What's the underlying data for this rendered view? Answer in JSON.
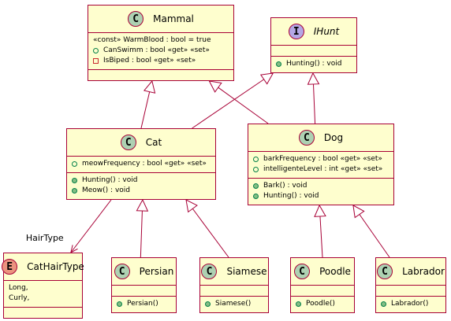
{
  "diagram": {
    "classes": [
      {
        "id": "mammal",
        "stereotype": "C",
        "name": "Mammal",
        "fields": [
          {
            "vis": "none",
            "text": "«const» WarmBlood : bool = true"
          },
          {
            "vis": "pub",
            "text": "CanSwimm : bool «get» «set»"
          },
          {
            "vis": "priv",
            "text": "IsBiped : bool «get» «set»"
          }
        ],
        "methods": []
      },
      {
        "id": "ihunt",
        "stereotype": "I",
        "name": "IHunt",
        "fields": [],
        "methods": [
          {
            "vis": "pub",
            "text": "Hunting() : void"
          }
        ]
      },
      {
        "id": "cat",
        "stereotype": "C",
        "name": "Cat",
        "fields": [
          {
            "vis": "pub",
            "text": "meowFrequency : bool «get» «set»"
          }
        ],
        "methods": [
          {
            "vis": "pub",
            "text": "Hunting() : void"
          },
          {
            "vis": "pub",
            "text": "Meow() : void"
          }
        ]
      },
      {
        "id": "dog",
        "stereotype": "C",
        "name": "Dog",
        "fields": [
          {
            "vis": "pub",
            "text": "barkFrequency : bool «get» «set»"
          },
          {
            "vis": "pub",
            "text": "intelligenteLevel : int «get» «set»"
          }
        ],
        "methods": [
          {
            "vis": "pub",
            "text": "Bark() : void"
          },
          {
            "vis": "pub",
            "text": "Hunting() : void"
          }
        ]
      },
      {
        "id": "cathairtype",
        "stereotype": "E",
        "name": "CatHairType",
        "fields": [
          {
            "vis": "none",
            "text": "Long,"
          },
          {
            "vis": "none",
            "text": "Curly,"
          }
        ],
        "methods": []
      },
      {
        "id": "persian",
        "stereotype": "C",
        "name": "Persian",
        "fields": [],
        "methods": [
          {
            "vis": "pub",
            "text": "Persian()"
          }
        ]
      },
      {
        "id": "siamese",
        "stereotype": "C",
        "name": "Siamese",
        "fields": [],
        "methods": [
          {
            "vis": "pub",
            "text": "Siamese()"
          }
        ]
      },
      {
        "id": "poodle",
        "stereotype": "C",
        "name": "Poodle",
        "fields": [],
        "methods": [
          {
            "vis": "pub",
            "text": "Poodle()"
          }
        ]
      },
      {
        "id": "labrador",
        "stereotype": "C",
        "name": "Labrador",
        "fields": [],
        "methods": [
          {
            "vis": "pub",
            "text": "Labrador()"
          }
        ]
      }
    ],
    "relations": [
      {
        "from": "cat",
        "to": "mammal",
        "type": "inheritance"
      },
      {
        "from": "cat",
        "to": "ihunt",
        "type": "inheritance"
      },
      {
        "from": "dog",
        "to": "mammal",
        "type": "inheritance"
      },
      {
        "from": "dog",
        "to": "ihunt",
        "type": "inheritance"
      },
      {
        "from": "persian",
        "to": "cat",
        "type": "inheritance"
      },
      {
        "from": "siamese",
        "to": "cat",
        "type": "inheritance"
      },
      {
        "from": "poodle",
        "to": "dog",
        "type": "inheritance"
      },
      {
        "from": "labrador",
        "to": "dog",
        "type": "inheritance"
      },
      {
        "from": "cat",
        "to": "cathairtype",
        "type": "association",
        "label": "HairType"
      }
    ],
    "colors": {
      "border": "#A80036",
      "fill": "#FEFECE",
      "class_circle": "#ADD1B2",
      "interface_circle": "#B4A7E5",
      "enum_circle": "#EB937F"
    }
  }
}
